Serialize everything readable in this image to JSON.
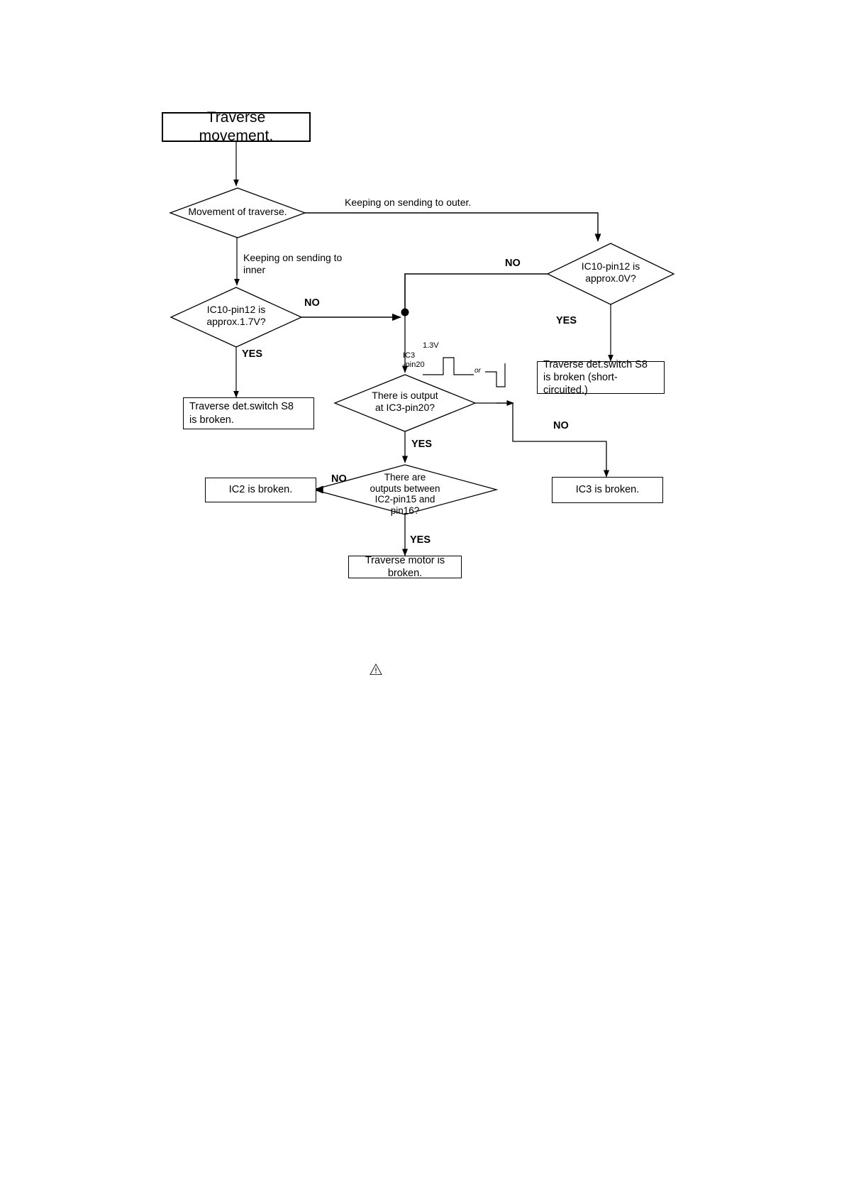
{
  "diagram": {
    "title": "Traverse movement troubleshooting flowchart",
    "start": {
      "label": "Traverse movement."
    },
    "decisions": [
      {
        "id": "movement-of-traverse",
        "label": "Movement of traverse."
      },
      {
        "id": "ic10-pin12-1v7",
        "label": "IC10-pin12 is\napprox.1.7V?"
      },
      {
        "id": "ic10-pin12-0v",
        "label": "IC10-pin12 is\napprox.0V?"
      },
      {
        "id": "output-at-ic3-pin20",
        "label": "There is output\nat IC3-pin20?"
      },
      {
        "id": "outputs-ic2-pin15-16",
        "label": "There are\noutputs between\nIC2-pin15 and\npin16?"
      }
    ],
    "terminals": [
      {
        "id": "s8-broken",
        "label": "Traverse det.switch S8\nis broken."
      },
      {
        "id": "s8-short",
        "label": "Traverse det.switch S8\nis broken (short-circuited.)"
      },
      {
        "id": "ic3-broken",
        "label": "IC3 is broken."
      },
      {
        "id": "ic2-broken",
        "label": "IC2 is broken."
      },
      {
        "id": "motor-broken",
        "label": "Traverse motor is broken."
      }
    ],
    "edge_labels": {
      "keeping_outer": "Keeping on sending to outer.",
      "keeping_inner": "Keeping on sending to\ninner",
      "no_1": "NO",
      "no_2": "NO",
      "no_3": "NO",
      "no_4": "NO",
      "yes_1": "YES",
      "yes_2": "YES",
      "yes_3": "YES",
      "yes_4": "YES"
    },
    "waveform_annotations": {
      "voltage": "1.3V",
      "pin": "IC3\n-pin20",
      "or": "or"
    },
    "footer_icon": "warning-triangle-icon",
    "colors": {
      "stroke": "#000000",
      "background": "#ffffff"
    }
  }
}
